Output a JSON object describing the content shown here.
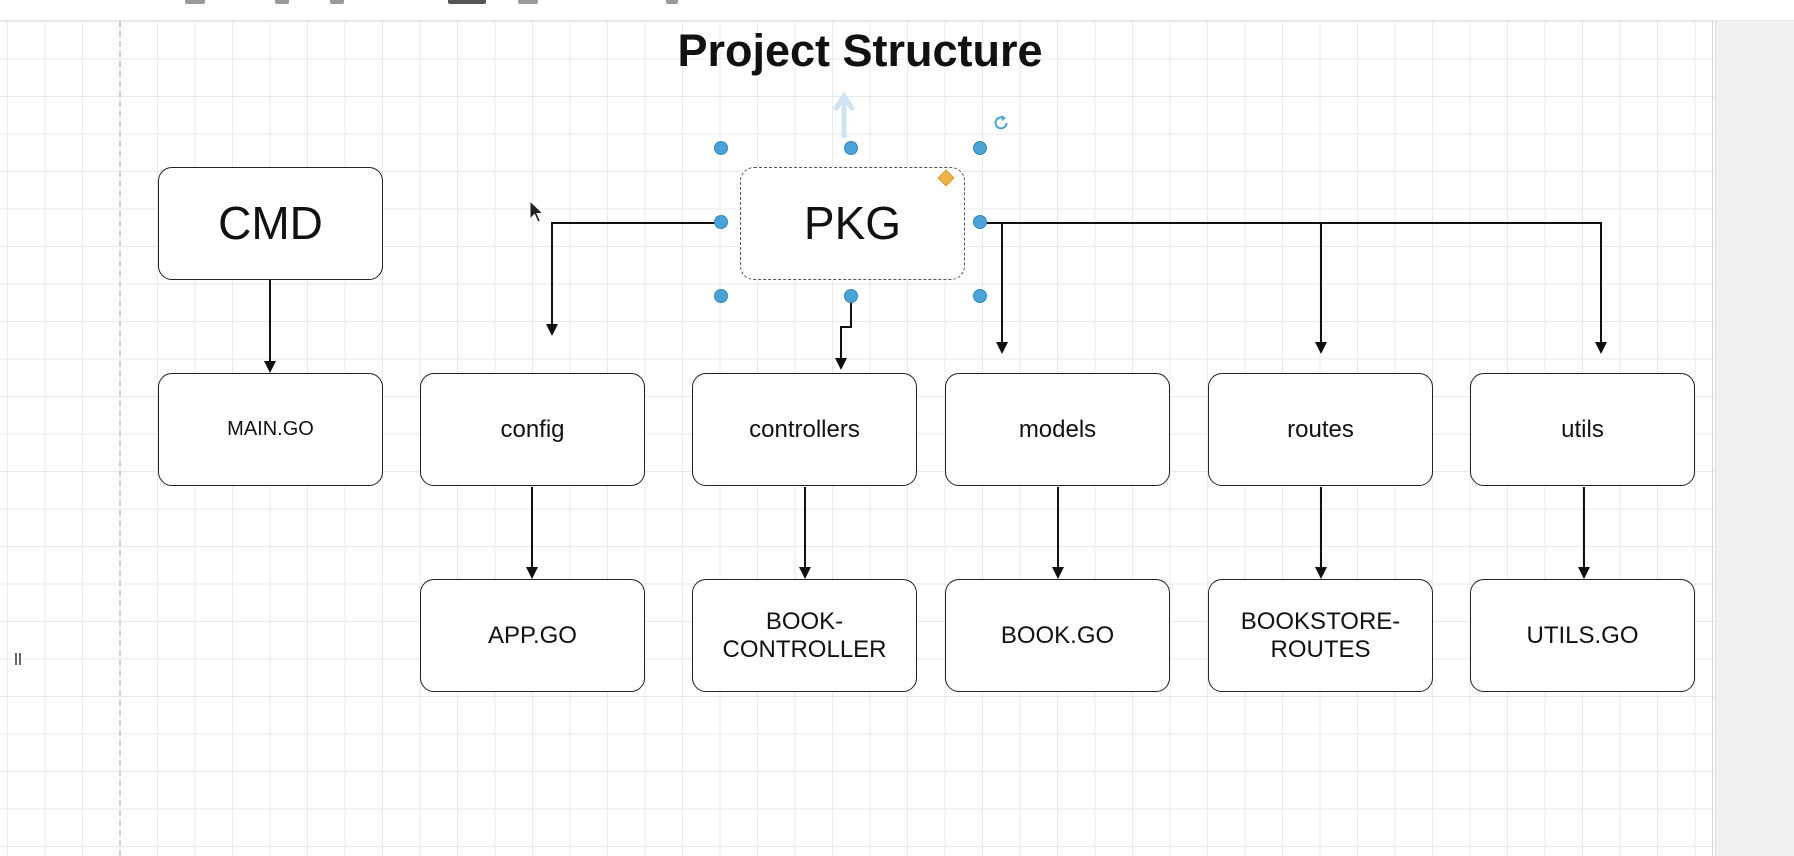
{
  "diagram": {
    "title": "Project Structure",
    "nodes": {
      "cmd": "CMD",
      "pkg": "PKG",
      "main_go": "MAIN.GO",
      "config": "config",
      "controllers": "controllers",
      "models": "models",
      "routes": "routes",
      "utils": "utils",
      "app_go": "APP.GO",
      "book_controller": [
        "BOOK-",
        "CONTROLLER"
      ],
      "book_go": "BOOK.GO",
      "bookstore_routes": [
        "BOOKSTORE-",
        "ROUTES"
      ],
      "utils_go": "UTILS.GO"
    },
    "edges": [
      {
        "from": "CMD",
        "to": "MAIN.GO"
      },
      {
        "from": "PKG",
        "to": "config"
      },
      {
        "from": "PKG",
        "to": "controllers"
      },
      {
        "from": "PKG",
        "to": "models"
      },
      {
        "from": "PKG",
        "to": "routes"
      },
      {
        "from": "PKG",
        "to": "utils"
      },
      {
        "from": "config",
        "to": "APP.GO"
      },
      {
        "from": "controllers",
        "to": "BOOK-CONTROLLER"
      },
      {
        "from": "models",
        "to": "BOOK.GO"
      },
      {
        "from": "routes",
        "to": "BOOKSTORE-ROUTES"
      },
      {
        "from": "utils",
        "to": "UTILS.GO"
      }
    ],
    "selected_node": "PKG"
  },
  "colors": {
    "selection_handle": "#4aa3d8",
    "node_border": "#222222",
    "edge": "#111111",
    "grid": "#e9e9e9"
  },
  "icons": [
    "rotate-icon",
    "mouse-pointer-icon",
    "drag-grip-icon"
  ]
}
